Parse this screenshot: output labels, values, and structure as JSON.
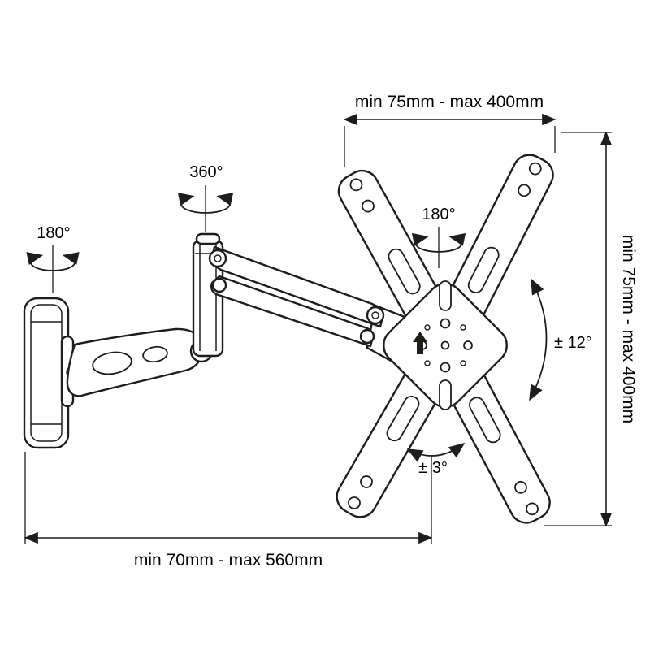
{
  "diagram": {
    "type": "tv-wall-mount-technical-drawing",
    "colors": {
      "line": "#1d1d1b",
      "background": "#ffffff",
      "text": "#000000"
    },
    "dimensions": {
      "top": "min 75mm - max 400mm",
      "right": "min 75mm - max 400mm",
      "bottom": "min 70mm - max 560mm"
    },
    "angles": {
      "wall_swivel": "180°",
      "arm_rotation": "360°",
      "plate_swivel": "180°",
      "tilt_range": "± 12°",
      "level_adjust": "± 3°"
    }
  }
}
